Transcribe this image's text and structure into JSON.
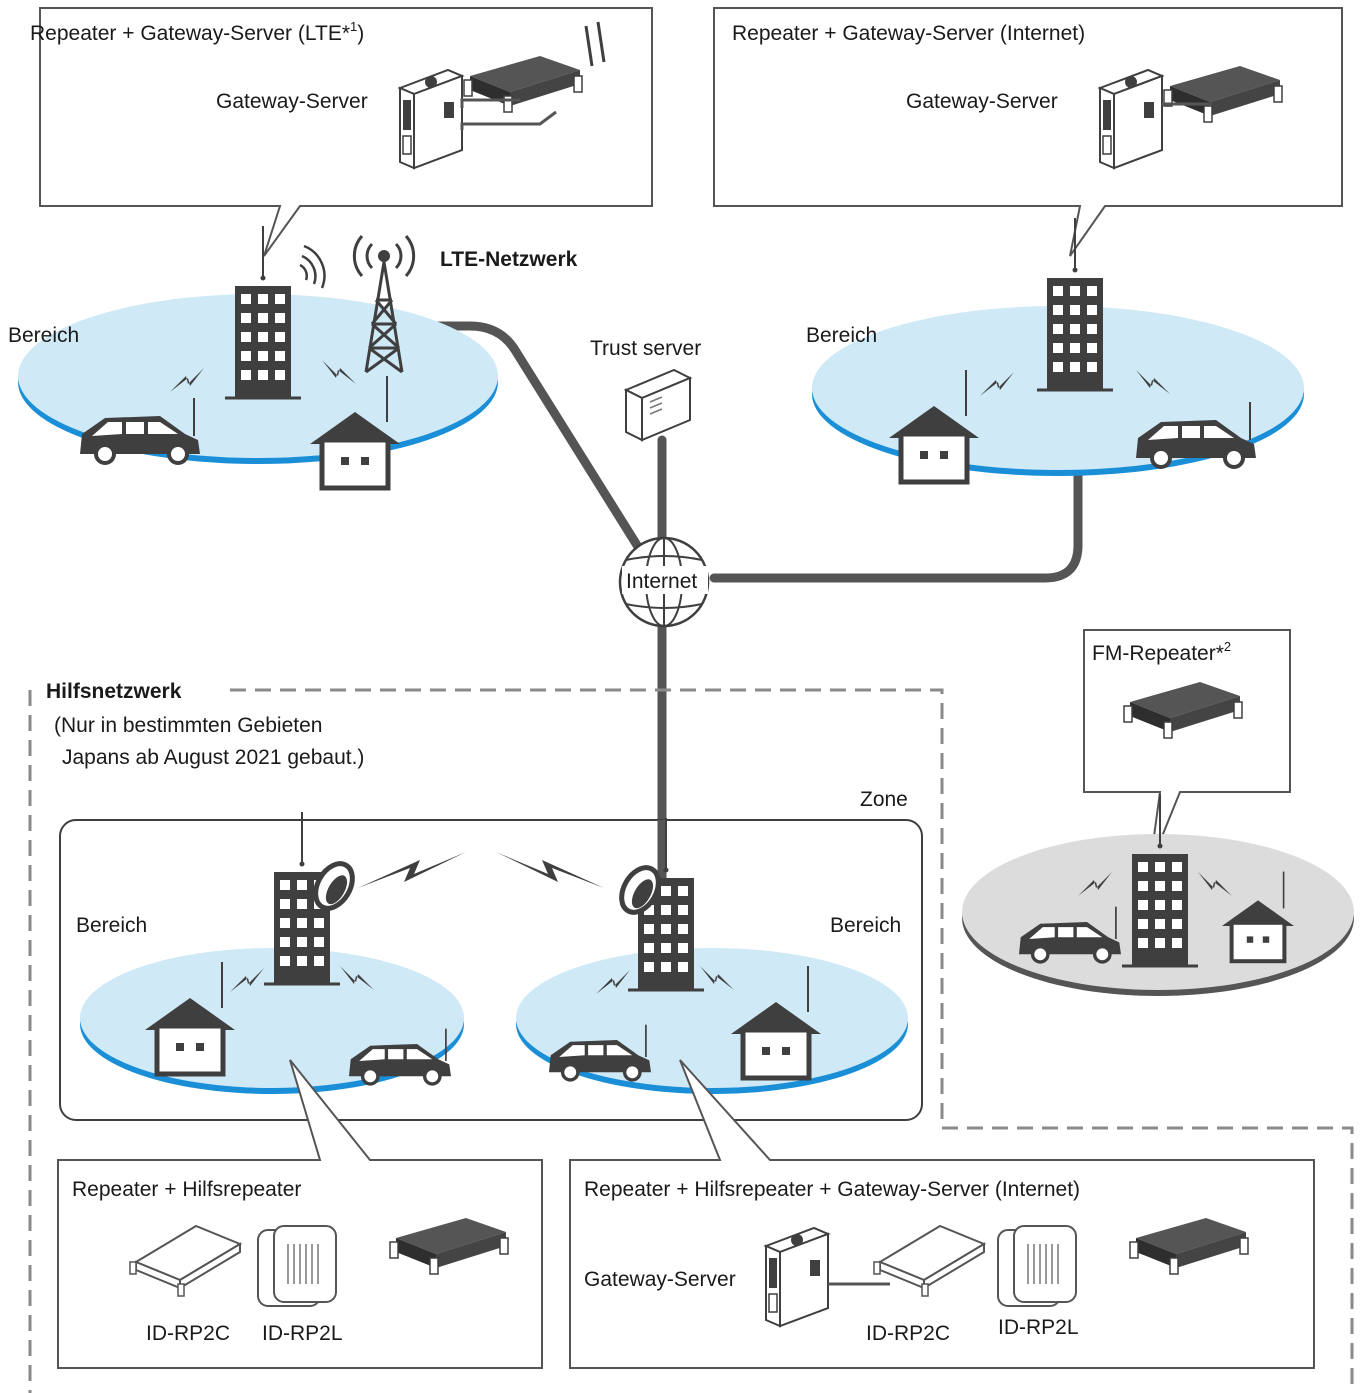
{
  "boxes": {
    "lte_gateway": {
      "title": "Repeater + Gateway-Server (LTE*",
      "title_sup": "1",
      "title_end": ")",
      "gateway_label": "Gateway-Server"
    },
    "internet_gateway": {
      "title": "Repeater + Gateway-Server (Internet)",
      "gateway_label": "Gateway-Server"
    },
    "fm_repeater": {
      "title": "FM-Repeater*",
      "title_sup": "2"
    },
    "hilfsrepeater": {
      "title": "Repeater + Hilfsrepeater",
      "label_rp2c": "ID-RP2C",
      "label_rp2l": "ID-RP2L"
    },
    "hilfsrepeater_gateway": {
      "title": "Repeater + Hilfsrepeater + Gateway-Server (Internet)",
      "gateway_label": "Gateway-Server",
      "label_rp2c": "ID-RP2C",
      "label_rp2l": "ID-RP2L"
    }
  },
  "labels": {
    "lte_network": "LTE-Netzwerk",
    "trust_server": "Trust server",
    "internet": "Internet",
    "area": "Bereich",
    "zone": "Zone"
  },
  "hilfsnetzwerk": {
    "title": "Hilfsnetzwerk",
    "note_line1": "(Nur in bestimmten Gebieten",
    "note_line2": "Japans ab August 2021 gebaut.)"
  },
  "colors": {
    "area_fill": "#cfe9f7",
    "area_edge": "#1a8fd8",
    "fm_area_fill": "#dcdcdc",
    "network_line": "#555555",
    "icon_dark": "#3f3f3f",
    "dashed_border": "#8a8a8a"
  }
}
